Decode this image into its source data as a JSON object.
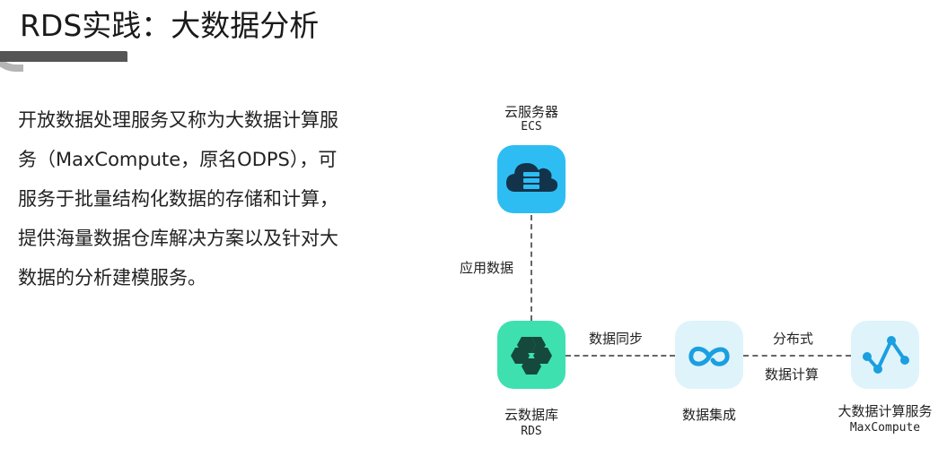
{
  "title": "RDS实践：大数据分析",
  "paragraph": [
    "开放数据处理服务又称为大数据计算服",
    "务（MaxCompute，原名ODPS），可",
    "服务于批量结构化数据的存储和计算，",
    "提供海量数据仓库解决方案以及针对大",
    "数据的分析建模服务。"
  ],
  "diagram": {
    "nodes": {
      "ecs": {
        "name_cn": "云服务器",
        "name_en": "ECS",
        "icon": "cloud-server-icon",
        "color": "#2dbdf3"
      },
      "rds": {
        "name_cn": "云数据库",
        "name_en": "RDS",
        "icon": "database-icon",
        "color": "#3ee0b0"
      },
      "di": {
        "name_cn": "数据集成",
        "icon": "data-integration-icon",
        "color": "#dff3fb"
      },
      "mc": {
        "name_cn": "大数据计算服务",
        "name_en": "MaxCompute",
        "icon": "analytics-icon",
        "color": "#dff3fb"
      }
    },
    "edges": {
      "ecs_rds": "应用数据",
      "rds_di": "数据同步",
      "di_mc_top": "分布式",
      "di_mc_bottom": "数据计算"
    }
  }
}
